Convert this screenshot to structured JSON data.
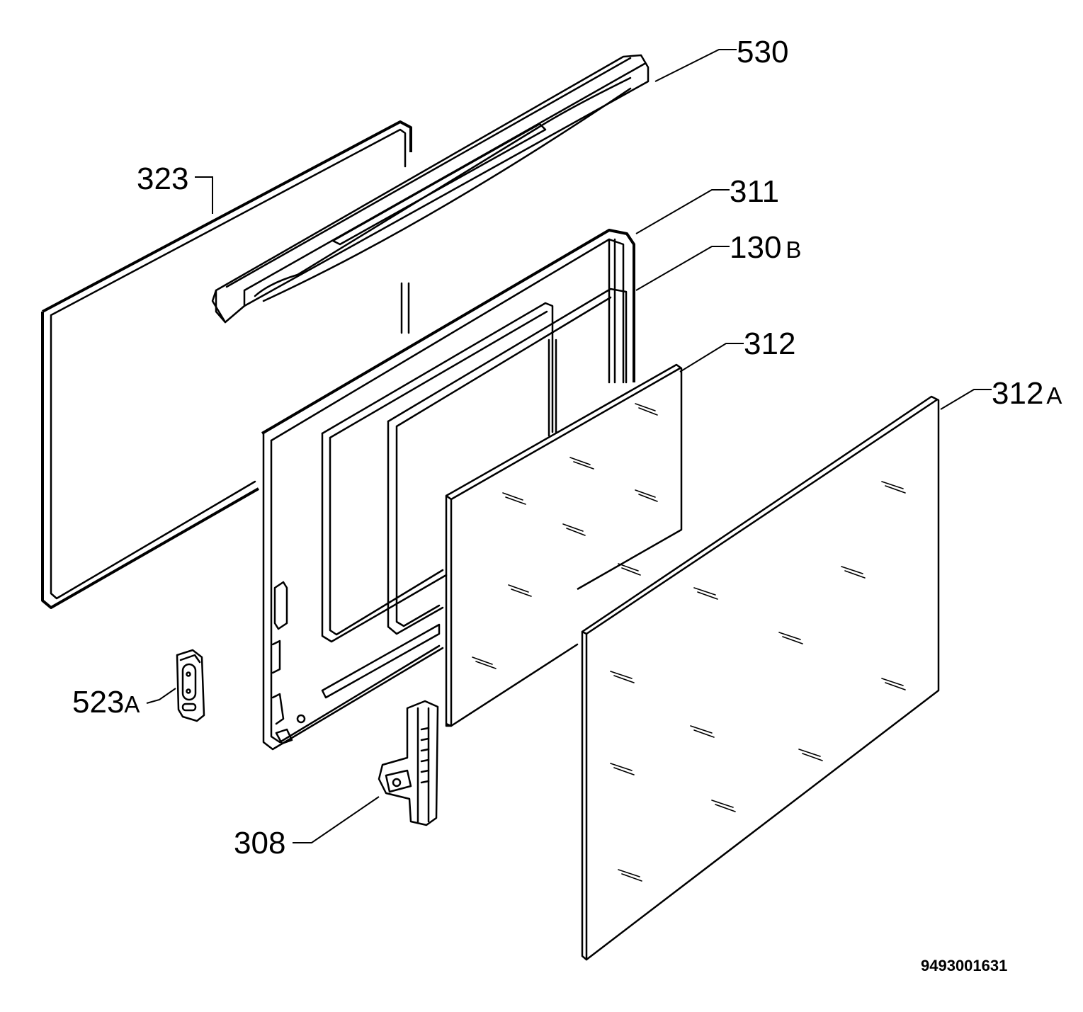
{
  "diagram": {
    "labels": {
      "p530": "530",
      "p323": "323",
      "p311": "311",
      "p130": "130",
      "p130_suffix": "B",
      "p312": "312",
      "p312a": "312",
      "p312a_suffix": "A",
      "p523": "523",
      "p523_suffix": "A",
      "p308": "308"
    },
    "doc_number": "9493001631"
  }
}
